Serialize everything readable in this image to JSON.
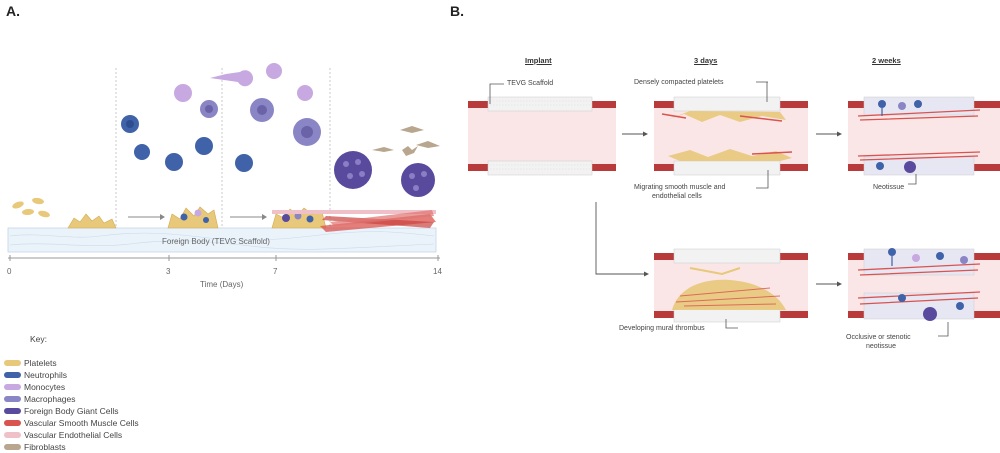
{
  "panel_a": {
    "label": "A.",
    "scaffold_label": "Foreign Body (TEVG Scaffold)",
    "axis_label": "Time (Days)",
    "ticks": [
      "0",
      "3",
      "7",
      "14"
    ]
  },
  "panel_b": {
    "label": "B.",
    "col_headers": [
      "Implant",
      "3 days",
      "2 weeks"
    ],
    "annotations": {
      "tevg_scaffold": "TEVG Scaffold",
      "compacted_platelets": "Densely compacted platelets",
      "migrating_line1": "Migrating smooth muscle and",
      "migrating_line2": "endothelial cells",
      "neotissue": "Neotissue",
      "mural_thrombus": "Developing mural thrombus",
      "occlusive_line1": "Occlusive or stenotic",
      "occlusive_line2": "neotissue"
    }
  },
  "key": {
    "title": "Key:",
    "items": [
      {
        "label": "Platelets",
        "color": "#e8c87a"
      },
      {
        "label": "Neutrophils",
        "color": "#3f62a8"
      },
      {
        "label": "Monocytes",
        "color": "#c7a8e0"
      },
      {
        "label": "Macrophages",
        "color": "#8a85c4"
      },
      {
        "label": "Foreign Body Giant Cells",
        "color": "#5a4a9e"
      },
      {
        "label": "Vascular Smooth Muscle Cells",
        "color": "#d9534f"
      },
      {
        "label": "Vascular Endothelial Cells",
        "color": "#f0c0c8"
      },
      {
        "label": "Fibroblasts",
        "color": "#b9a68e"
      }
    ]
  }
}
